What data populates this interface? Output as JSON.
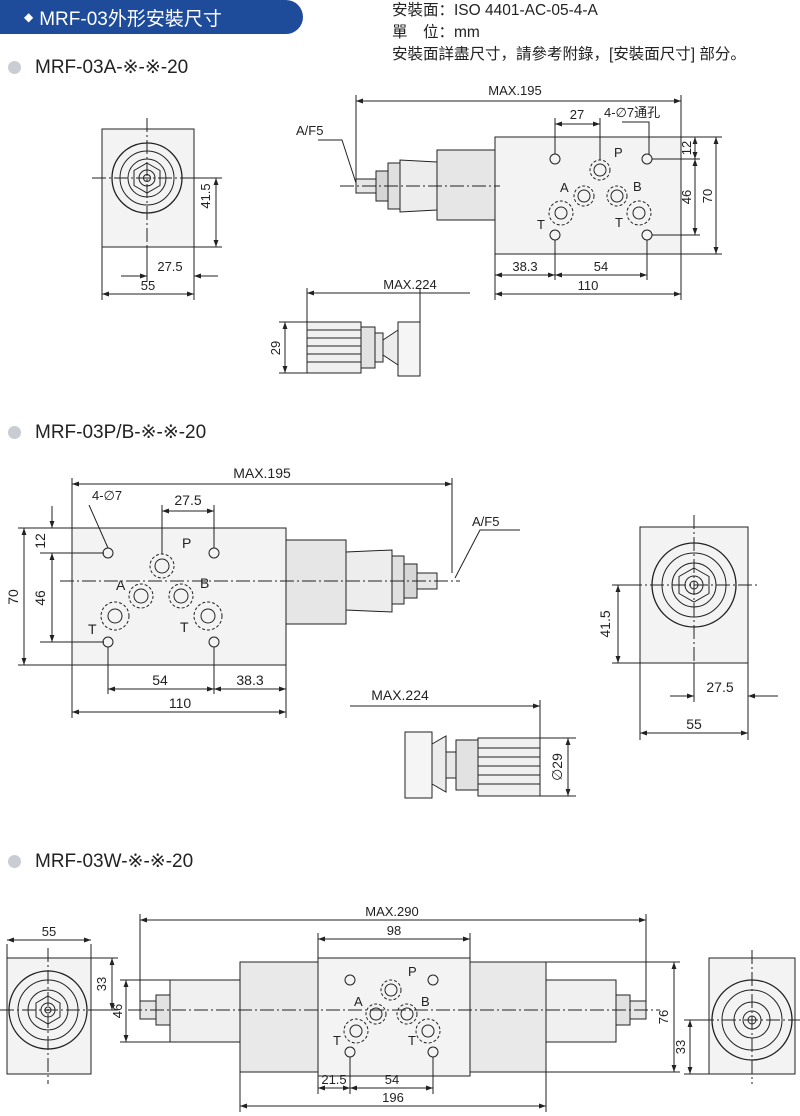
{
  "header": {
    "title": "MRF-03外形安裝尺寸"
  },
  "spec": {
    "line1": "安裝面：ISO 4401-AC-05-4-A",
    "line2": "單　位：mm",
    "line3": "安裝面詳盡尺寸，請參考附錄，[安裝面尺寸] 部分。"
  },
  "sections": [
    {
      "title": "MRF-03A-※-※-20"
    },
    {
      "title": "MRF-03P/B-※-※-20"
    },
    {
      "title": "MRF-03W-※-※-20"
    }
  ],
  "labels": {
    "max195": "MAX.195",
    "max224": "MAX.224",
    "max290": "MAX.290",
    "af5": "A/F5",
    "holes_full": "4-∅7通孔",
    "holes": "4-∅7",
    "d27": "27",
    "d27_5": "27.5",
    "d12": "12",
    "d46": "46",
    "d70": "70",
    "d41_5": "41.5",
    "d55": "55",
    "d38_3": "38.3",
    "d54": "54",
    "d110": "110",
    "d29": "29",
    "dia29": "∅29",
    "d98": "98",
    "d33": "33",
    "d76": "76",
    "d21_5": "21.5",
    "d196": "196",
    "P": "P",
    "A": "A",
    "B": "B",
    "T": "T"
  },
  "colors": {
    "header_bg": "#1e4c9a",
    "line": "#222222",
    "bullet": "#c9ccd3"
  }
}
